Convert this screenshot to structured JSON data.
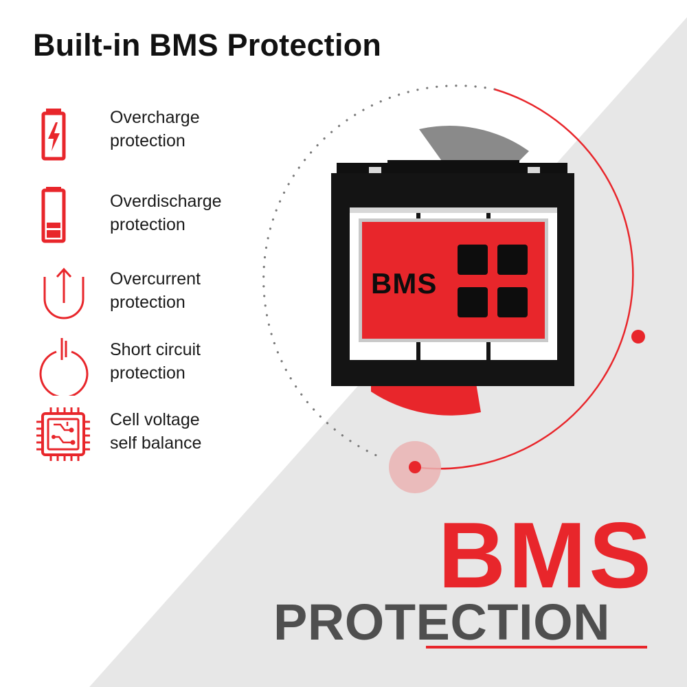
{
  "title": "Built-in BMS Protection",
  "features": [
    {
      "icon": "battery-charging-icon",
      "label": "Overcharge\nprotection"
    },
    {
      "icon": "battery-low-icon",
      "label": "Overdischarge\nprotection"
    },
    {
      "icon": "current-arrow-icon",
      "label": "Overcurrent\nprotection"
    },
    {
      "icon": "power-icon",
      "label": "Short circuit\nprotection"
    },
    {
      "icon": "circuit-chip-icon",
      "label": "Cell voltage\nself balance"
    }
  ],
  "battery": {
    "module_label": "BMS"
  },
  "banner": {
    "headline": "BMS",
    "subline": "PROTECTION"
  },
  "colors": {
    "accent": "#e8262b",
    "dark": "#111111",
    "gray_text": "#4f4f4f",
    "background_gray": "#e7e7e7"
  }
}
